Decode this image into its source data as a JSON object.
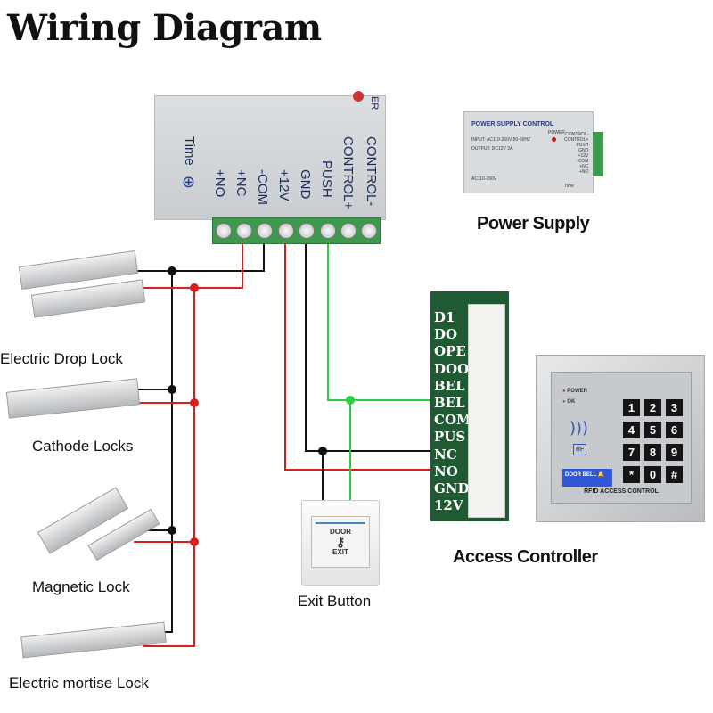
{
  "title": "Wiring Diagram",
  "power_box": {
    "time_label": "Time",
    "terminal_labels": [
      "+NO",
      "+NC",
      "-COM",
      "+12V",
      "GND",
      "PUSH",
      "CONTROL+",
      "CONTROL-"
    ],
    "edge_text": "ER"
  },
  "power_supply": {
    "caption": "Power Supply",
    "header": "POWER SUPPLY CONTROL",
    "input": "INPUT: AC110-260V 50-60HZ",
    "output": "OUTPUT: DC12V 3A",
    "ac": "AC110-260V",
    "power_led": "POWER",
    "terminals": [
      "CONTROL-",
      "CONTROL+",
      "PUSH",
      "GND",
      "+12V",
      "-COM",
      "+NC",
      "+NO"
    ],
    "time": "Time"
  },
  "access_controller": {
    "caption": "Access Controller",
    "pins": [
      "D1",
      "DO",
      "OPE",
      "DOO",
      "BEL",
      "BEL",
      "COM",
      "PUS",
      "NC",
      "NO",
      "GND",
      "12V"
    ],
    "keypad": {
      "power_led": "POWER",
      "ok_led": "OK",
      "rf": "RF",
      "doorbell": "DOOR BELL",
      "keys": [
        "1",
        "2",
        "3",
        "4",
        "5",
        "6",
        "7",
        "8",
        "9",
        "*",
        "0",
        "#"
      ],
      "footer": "RFID ACCESS CONTROL"
    }
  },
  "exit_button": {
    "caption": "Exit Button",
    "top": "DOOR",
    "bottom": "EXIT"
  },
  "locks": [
    {
      "caption": "Electric Drop Lock"
    },
    {
      "caption": "Cathode Locks"
    },
    {
      "caption": "Magnetic Lock"
    },
    {
      "caption": "Electric mortise Lock"
    }
  ],
  "colors": {
    "positive_wire": "#d42020",
    "negative_wire": "#111111",
    "push_wire": "#2ecc40",
    "terminal_green": "#3d9a4c",
    "board_green": "#1f5a32"
  }
}
